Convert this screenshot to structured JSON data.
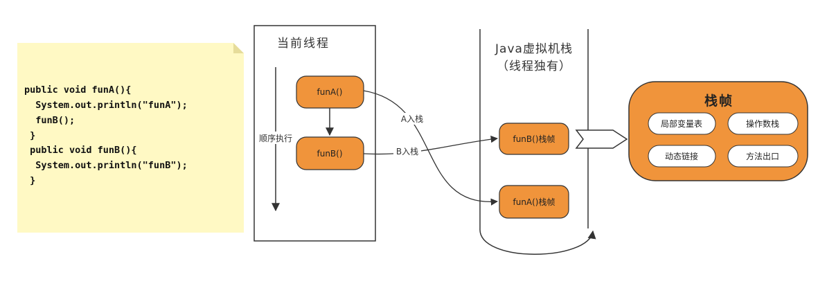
{
  "code_note": {
    "lines": [
      "public void funA(){",
      "  System.out.println(\"funA\");",
      "  funB();",
      " }",
      " public void funB(){",
      "  System.out.println(\"funB\");",
      " }"
    ]
  },
  "thread_panel": {
    "title": "当前线程",
    "order_label": "顺序执行",
    "node_a": "funA()",
    "node_b": "funB()"
  },
  "jvm_stack": {
    "title_line1": "Java虚拟机栈",
    "title_line2": "（线程独有）",
    "frame_b": "funB()栈帧",
    "frame_a": "funA()栈帧"
  },
  "edges": {
    "a_push": "A入栈",
    "b_push": "B入栈"
  },
  "stack_frame": {
    "title": "栈帧",
    "items": [
      "局部变量表",
      "操作数栈",
      "动态链接",
      "方法出口"
    ]
  },
  "colors": {
    "note_fill": "#fff9c4",
    "note_fold": "#e6dc9a",
    "node_fill": "#f0943b",
    "node_stroke": "#333333",
    "frame_outer": "#f0943b",
    "line": "#333333"
  }
}
